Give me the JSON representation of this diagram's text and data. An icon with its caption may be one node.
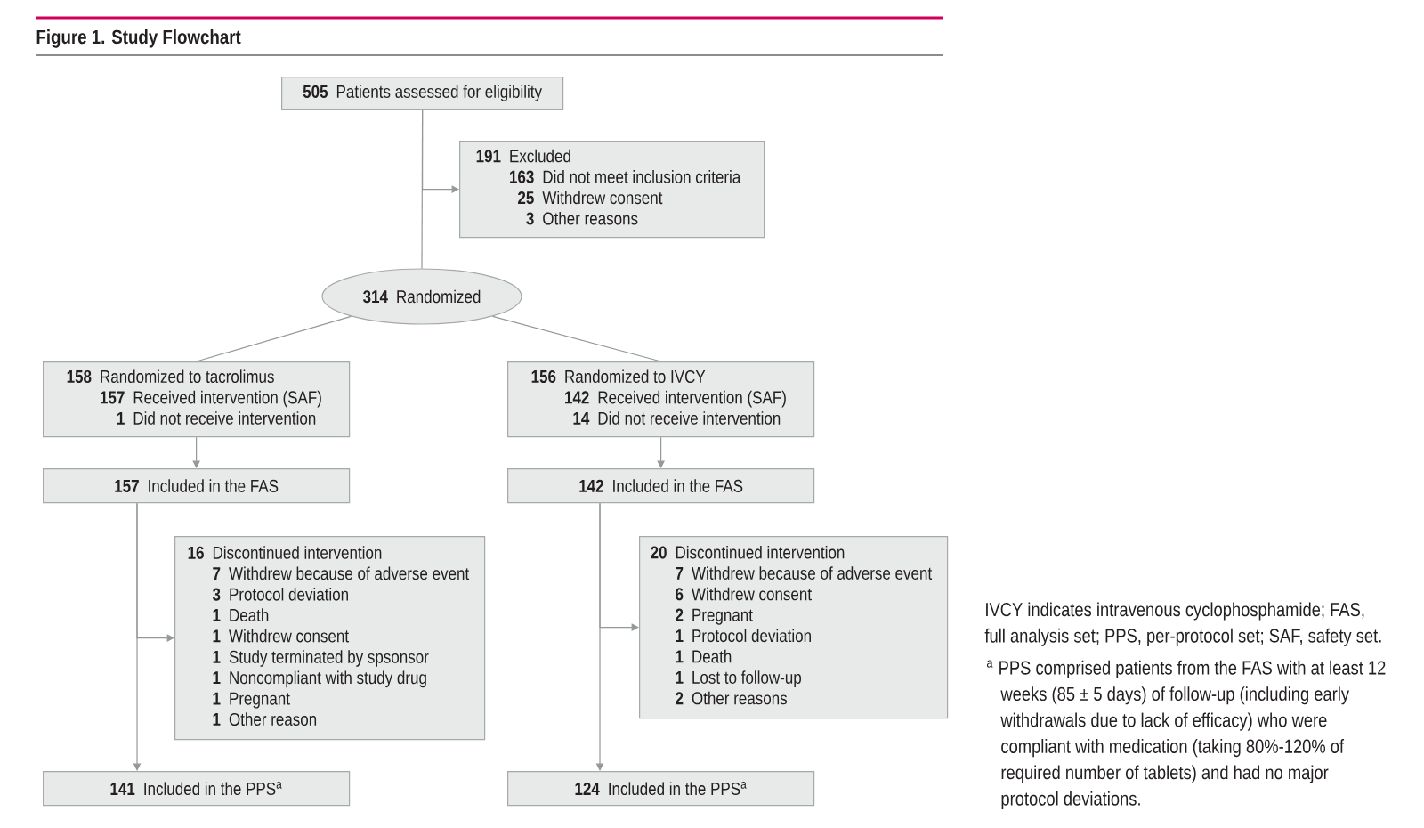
{
  "diagram": {
    "title": "Figure 1. Study Flowchart",
    "nodes": [
      {
        "text": [
          "505",
          "Patients assessed for eligibility"
        ]
      },
      {
        "text": [
          "191",
          "Excluded",
          "163",
          "Did not meet inclusion criteria",
          "25",
          "Withdrew consent",
          "3",
          "Other reasons"
        ]
      },
      {
        "text": [
          "314",
          "Randomized"
        ]
      },
      {
        "text": [
          "158",
          "Randomized to tacrolimus",
          "157",
          "Received intervention (SAF)",
          "1",
          "Did not receive intervention"
        ]
      },
      {
        "text": [
          "156",
          "Randomized to IVCY",
          "142",
          "Received intervention (SAF)",
          "14",
          "Did not receive intervention"
        ]
      },
      {
        "text": [
          "157",
          "Included in the FAS"
        ]
      },
      {
        "text": [
          "142",
          "Included in the FAS"
        ]
      },
      {
        "text": [
          "16",
          "Discontinued intervention",
          "7",
          "Withdrew because of adverse event",
          "3",
          "Protocol deviation",
          "1",
          "Death",
          "1",
          "Withdrew consent",
          "1",
          "Study terminated by spsonsor",
          "1",
          "Noncompliant with study drug",
          "1",
          "Pregnant",
          "1",
          "Other reason"
        ]
      },
      {
        "text": [
          "20",
          "Discontinued intervention",
          "7",
          "Withdrew because of adverse event",
          "6",
          "Withdrew consent",
          "2",
          "Pregnant",
          "1",
          "Protocol deviation",
          "1",
          "Death",
          "1",
          "Lost to follow-up",
          "2",
          "Other reasons"
        ]
      },
      {
        "text": [
          "141",
          "Included in the PPS$^{a}$"
        ]
      },
      {
        "text": [
          "124",
          "Included in the PPS$^{a}$"
        ]
      }
    ],
    "edges": [
      {
        "from": 0,
        "to": 2,
        "arrow": "none"
      },
      {
        "from": 0,
        "to": 1,
        "arrow": "to"
      },
      {
        "from": 2,
        "to": 3,
        "arrow": "none"
      },
      {
        "from": 2,
        "to": 4,
        "arrow": "none"
      },
      {
        "from": 3,
        "to": 5,
        "arrow": "to"
      },
      {
        "from": 4,
        "to": 6,
        "arrow": "to"
      },
      {
        "from": 5,
        "to": 9,
        "arrow": "to"
      },
      {
        "from": 5,
        "to": 7,
        "arrow": "to"
      },
      {
        "from": 6,
        "to": 10,
        "arrow": "to"
      },
      {
        "from": 6,
        "to": 8,
        "arrow": "to"
      }
    ],
    "labels": [
      "IVCY indicates intravenous cyclophosphamide; FAS, full analysis set; PPS, per-protocol set; SAF, safety set.",
      "$^{a}$ PPS comprised patients from the FAS with at least 12 weeks (85 ± 5 days) of follow-up (including early withdrawals due to lack of efficacy) who were compliant with medication (taking 80%-120% of required number of tablets) and had no major protocol deviations."
    ]
  }
}
